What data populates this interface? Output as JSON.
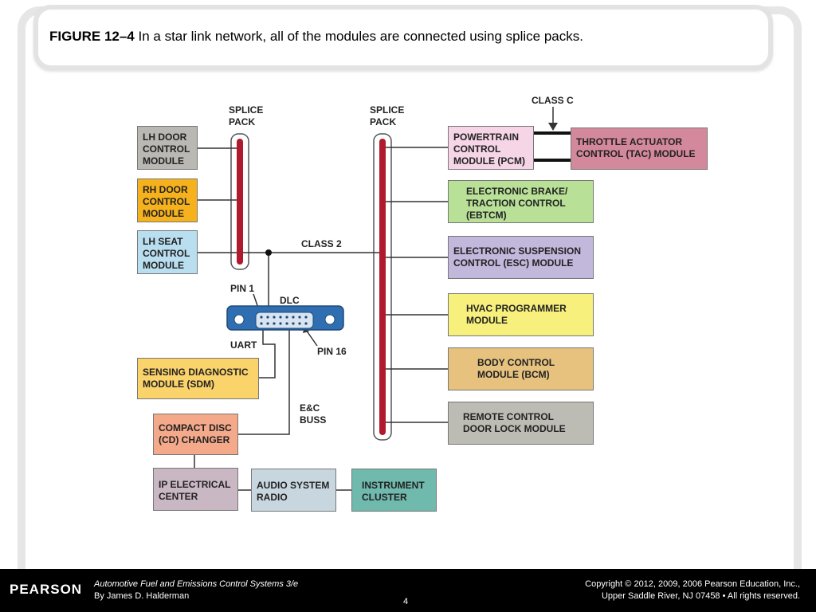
{
  "title": {
    "prefix": "FIGURE 12–4",
    "text": "In a star link network, all of the modules are connected using splice packs."
  },
  "diagram": {
    "splice_pack_left": "SPLICE\nPACK",
    "splice_pack_right": "SPLICE\nPACK",
    "class_c": "CLASS C",
    "class_2": "CLASS 2",
    "pin1": "PIN 1",
    "dlc": "DLC",
    "uart": "UART",
    "pin16": "PIN 16",
    "ec_buss": "E&C\nBUSS",
    "modules": {
      "lh_door": "LH DOOR\nCONTROL\nMODULE",
      "rh_door": "RH DOOR\nCONTROL\nMODULE",
      "lh_seat": "LH SEAT\nCONTROL\nMODULE",
      "sdm": "SENSING DIAGNOSTIC\nMODULE (SDM)",
      "cd_changer": "COMPACT DISC\n(CD) CHANGER",
      "ip_center": "IP ELECTRICAL\nCENTER",
      "audio": "AUDIO SYSTEM\nRADIO",
      "instrument": "INSTRUMENT\nCLUSTER",
      "pcm": "POWERTRAIN\nCONTROL\nMODULE (PCM)",
      "tac": "THROTTLE ACTUATOR\nCONTROL (TAC) MODULE",
      "ebtcm": "ELECTRONIC BRAKE/\nTRACTION CONTROL\n(EBTCM)",
      "esc": "ELECTRONIC SUSPENSION\nCONTROL (ESC) MODULE",
      "hvac": "HVAC PROGRAMMER\nMODULE",
      "bcm": "BODY CONTROL\nMODULE (BCM)",
      "rcdlm": "REMOTE CONTROL\n DOOR LOCK MODULE"
    },
    "colors": {
      "lh_door": "#b9b8b2",
      "rh_door": "#f6b21c",
      "lh_seat": "#b9def0",
      "sdm": "#fbd36b",
      "cd_changer": "#f4a98a",
      "ip_center": "#c9b7c3",
      "audio": "#c8d7df",
      "instrument": "#6fb9ad",
      "pcm": "#f5d5e6",
      "tac": "#d4889c",
      "ebtcm": "#b9e097",
      "esc": "#c2b8dc",
      "hvac": "#f7f07c",
      "bcm": "#e6c27e",
      "rcdlm": "#bcbcb4",
      "splice_bar": "#b01a2e",
      "dlc": "#2f6fb1"
    }
  },
  "footer": {
    "logo": "PEARSON",
    "book_title": "Automotive Fuel and Emissions Control Systems 3/e",
    "author": "By James D. Halderman",
    "page": "4",
    "copyright": "Copyright © 2012, 2009, 2006 Pearson Education, Inc.,",
    "address": "Upper Saddle River, NJ 07458 • All rights reserved."
  }
}
